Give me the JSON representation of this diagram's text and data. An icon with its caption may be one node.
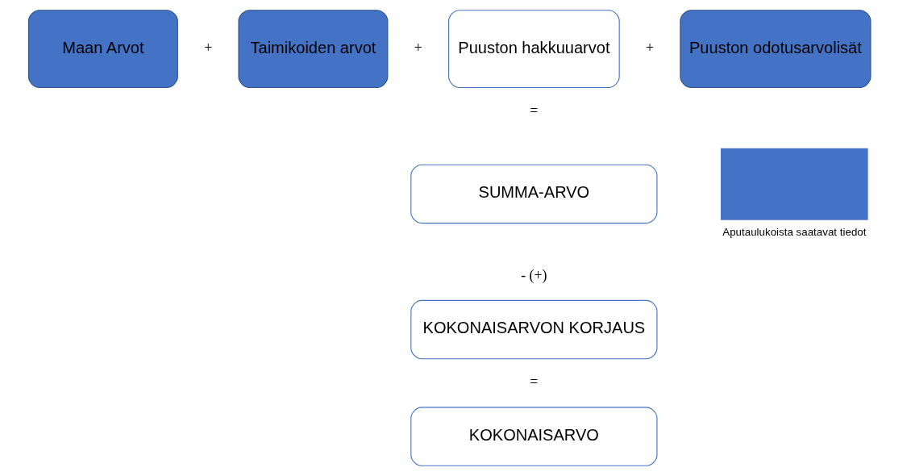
{
  "diagram": {
    "nodes": [
      {
        "text": [
          "Maan Arvot"
        ]
      },
      {
        "text": [
          "Taimikoiden arvot"
        ]
      },
      {
        "text": [
          "Puuston hakkuuarvot"
        ]
      },
      {
        "text": [
          "Puuston odotusarvolisät"
        ]
      },
      {
        "text": [
          "SUMMA-ARVO"
        ]
      },
      {
        "text": [
          "KOKONAISARVON KORJAUS"
        ]
      },
      {
        "text": [
          "KOKONAISARVO"
        ]
      }
    ],
    "labels": [
      "+",
      "+",
      "+",
      "=",
      "- (+)",
      "="
    ],
    "legend": [
      {
        "text": "Aputaulukoista saatavat tiedot",
        "color": "#4472c4"
      }
    ]
  }
}
